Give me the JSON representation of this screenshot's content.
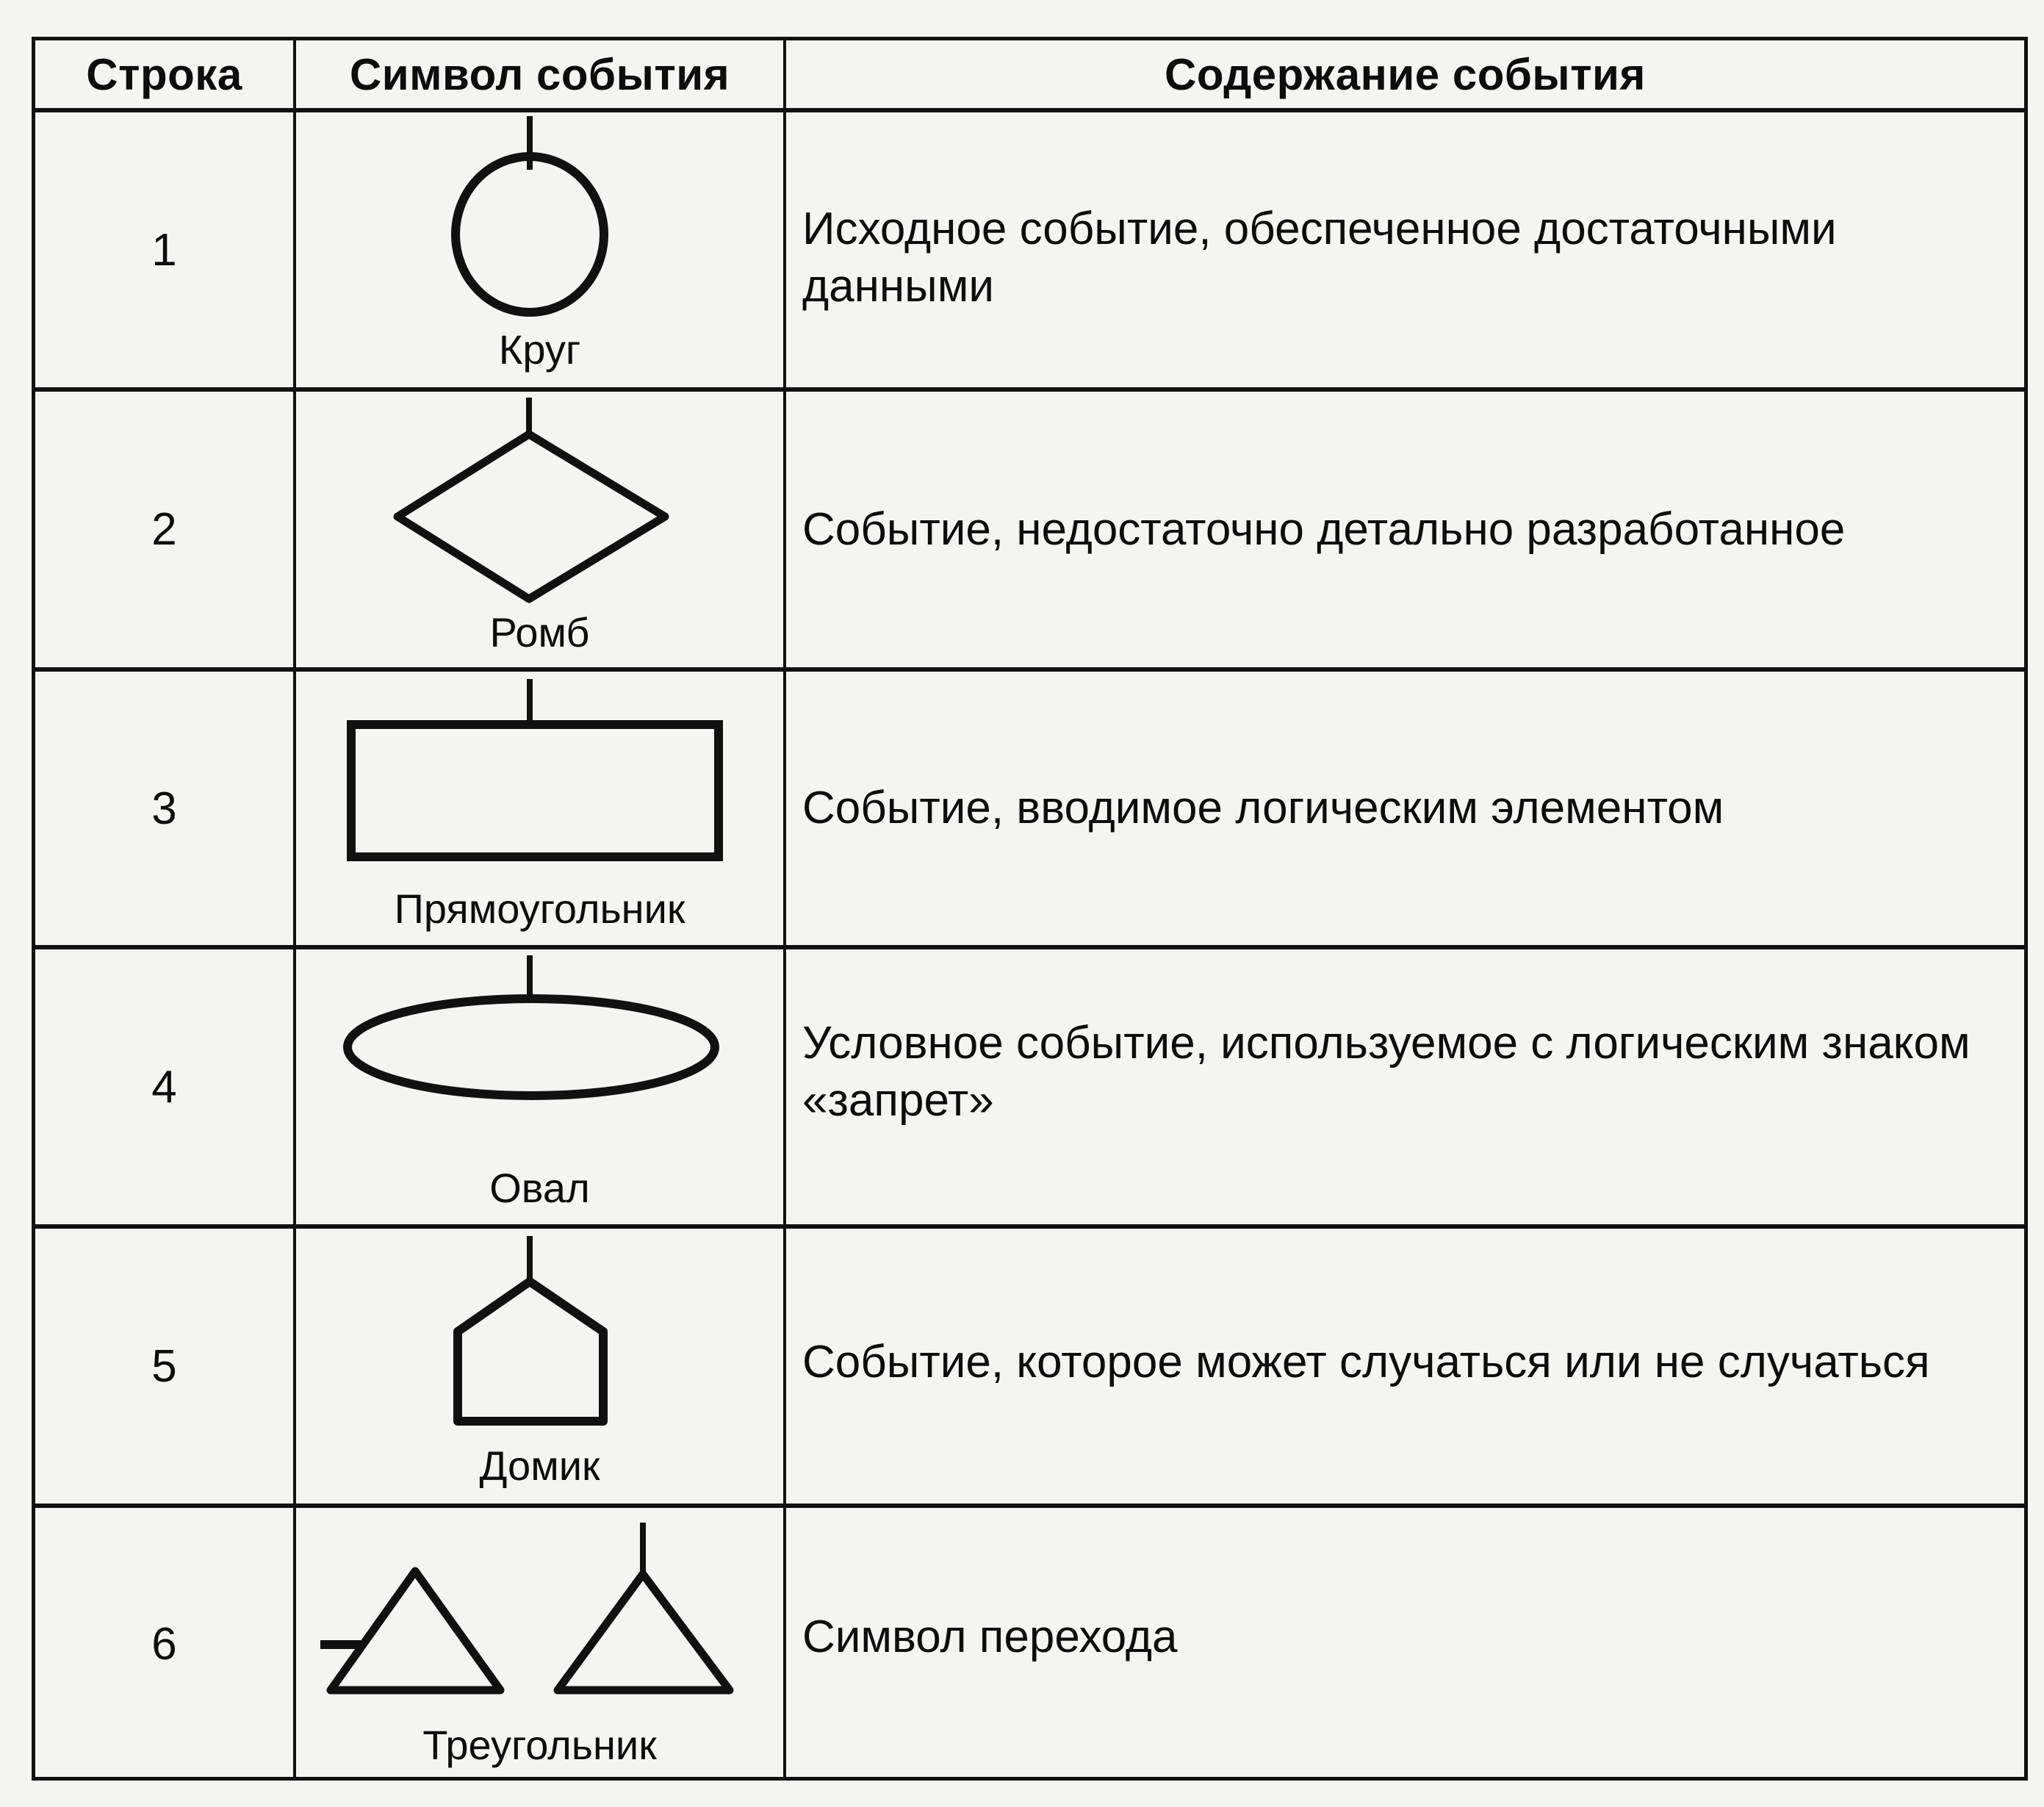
{
  "table": {
    "headers": {
      "row": "Строка",
      "symbol": "Символ события",
      "content": "Содержание события"
    },
    "rows": [
      {
        "num": "1",
        "symbol_name": "Круг",
        "symbol_icon": "circle-icon",
        "description": "Исходное событие, обеспеченное достаточными данными"
      },
      {
        "num": "2",
        "symbol_name": "Ромб",
        "symbol_icon": "diamond-icon",
        "description": "Событие, недостаточно детально разработанное"
      },
      {
        "num": "3",
        "symbol_name": "Прямоугольник",
        "symbol_icon": "rectangle-icon",
        "description": "Событие, вводимое логическим элементом"
      },
      {
        "num": "4",
        "symbol_name": "Овал",
        "symbol_icon": "oval-icon",
        "description": "Условное событие, используемое с логическим знаком «запрет»"
      },
      {
        "num": "5",
        "symbol_name": "Домик",
        "symbol_icon": "house-icon",
        "description": "Событие, которое может случаться или не случаться"
      },
      {
        "num": "6",
        "symbol_name": "Треугольник",
        "symbol_icon": "triangle-icon",
        "description": "Символ перехода"
      }
    ]
  }
}
